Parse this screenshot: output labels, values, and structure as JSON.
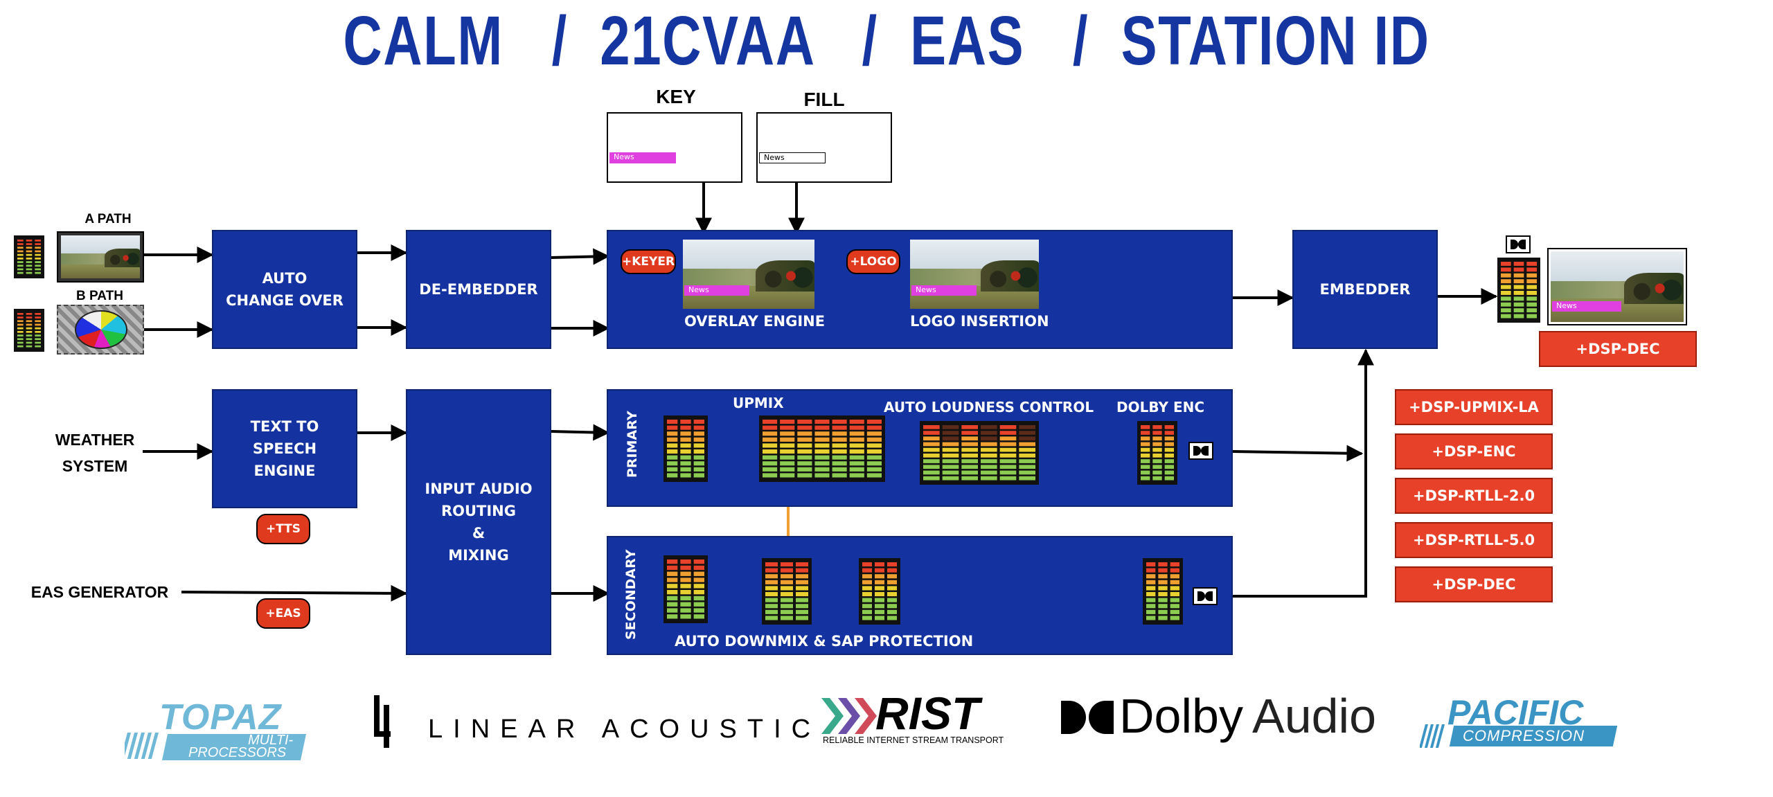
{
  "title": "CALM   /  21CVAA   /  EAS   /  STATION ID",
  "inputs": {
    "a_path": "A PATH",
    "b_path": "B PATH",
    "weather": "WEATHER\nSYSTEM",
    "eas_generator": "EAS GENERATOR"
  },
  "blocks": {
    "auto_change_over": "AUTO\nCHANGE OVER",
    "de_embedder": "DE-EMBEDDER",
    "tts_engine": "TEXT TO\nSPEECH\nENGINE",
    "input_audio": "INPUT AUDIO\nROUTING\n&\nMIXING",
    "embedder": "EMBEDDER"
  },
  "key_fill": {
    "key": "KEY",
    "fill": "FILL",
    "news": "News"
  },
  "overlay": {
    "keyer_badge": "+KEYER",
    "logo_badge": "+LOGO",
    "overlay_engine": "OVERLAY ENGINE",
    "logo_insertion": "LOGO INSERTION",
    "news": "News"
  },
  "primary": {
    "side_label": "PRIMARY",
    "upmix": "UPMIX",
    "auto_loudness": "AUTO LOUDNESS CONTROL",
    "dolby_enc": "DOLBY ENC"
  },
  "secondary": {
    "side_label": "SECONDARY",
    "downmix": "AUTO DOWNMIX & SAP PROTECTION"
  },
  "pills": {
    "tts": "+TTS",
    "eas": "+EAS"
  },
  "options": {
    "dsp_dec_top": "+DSP-DEC",
    "list": [
      "+DSP-UPMIX-LA",
      "+DSP-ENC",
      "+DSP-RTLL-2.0",
      "+DSP-RTLL-5.0",
      "+DSP-DEC"
    ]
  },
  "output": {
    "news": "News"
  },
  "logos": {
    "topaz": "TOPAZ",
    "topaz_sub1": "MULTI-",
    "topaz_sub2": "PROCESSORS",
    "linear_acoustic": "LINEAR ACOUSTIC",
    "rist": "RIST",
    "rist_sub": "RELIABLE INTERNET STREAM TRANSPORT",
    "dolby": "Dolby",
    "dolby_audio": "Audio",
    "pacific": "PACIFIC",
    "pacific_sub": "COMPRESSION"
  },
  "colors": {
    "block_blue": "#1432a0",
    "title_blue": "#1535a0",
    "option_red": "#e8412a",
    "upmix_link": "#f0a030",
    "key_magenta": "#e040e0"
  }
}
